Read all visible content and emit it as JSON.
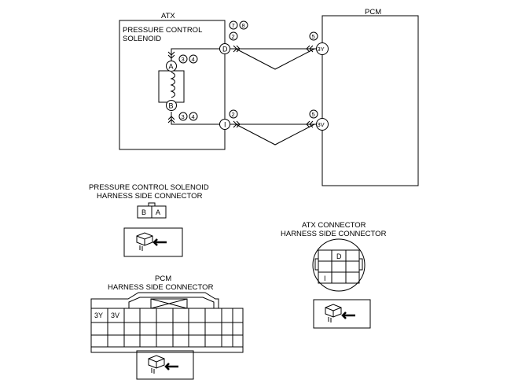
{
  "atx": {
    "label": "ATX",
    "solenoid_line1": "PRESSURE CONTROL",
    "solenoid_line2": "SOLENOID",
    "terminal_d": "D",
    "terminal_i": "I",
    "coil_terminal_a": "A",
    "coil_terminal_b": "B",
    "step_refs_top": [
      "7",
      "8"
    ],
    "step_ref_d": "2",
    "step_ref_i": "2",
    "step_refs_coil_a": [
      "3",
      "4"
    ],
    "step_refs_coil_b": [
      "3",
      "4"
    ]
  },
  "pcm": {
    "label": "PCM",
    "terminal_3y": "3Y",
    "terminal_3v": "3V",
    "step_ref_3y": "5",
    "step_ref_3v": "5"
  },
  "solenoid_connector": {
    "title_line1": "PRESSURE CONTROL SOLENOID",
    "title_line2": "HARNESS SIDE CONNECTOR",
    "pins": [
      "B",
      "A"
    ]
  },
  "atx_connector": {
    "title_line1": "ATX CONNECTOR",
    "title_line2": "HARNESS SIDE CONNECTOR",
    "pin_d": "D",
    "pin_i": "I"
  },
  "pcm_connector": {
    "title_line1": "PCM",
    "title_line2": "HARNESS SIDE CONNECTOR",
    "pin_3y": "3Y",
    "pin_3v": "3V"
  }
}
